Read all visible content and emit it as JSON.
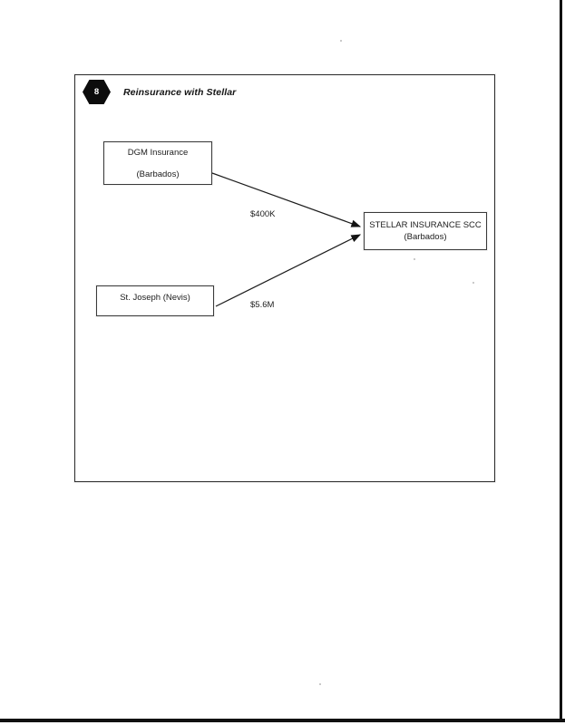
{
  "page": {
    "badge": "8",
    "title": "Reinsurance with Stellar"
  },
  "diagram": {
    "nodes": [
      {
        "id": "dgm-insurance",
        "line1": "DGM Insurance",
        "line2": "(Barbados)"
      },
      {
        "id": "stellar-insurance-scc",
        "line1": "STELLAR INSURANCE SCC",
        "line2": "(Barbados)"
      },
      {
        "id": "st-joseph",
        "line1": "St. Joseph (Nevis)"
      }
    ],
    "edges": [
      {
        "from": "dgm-insurance",
        "to": "stellar-insurance-scc",
        "label": "$400K"
      },
      {
        "from": "st-joseph",
        "to": "stellar-insurance-scc",
        "label": "$5.6M"
      }
    ]
  },
  "colors": {
    "paper": "#ffffff",
    "ink": "#1f1f1f",
    "badge_fill": "#0c0c0c",
    "scan_edge": "#111111"
  }
}
